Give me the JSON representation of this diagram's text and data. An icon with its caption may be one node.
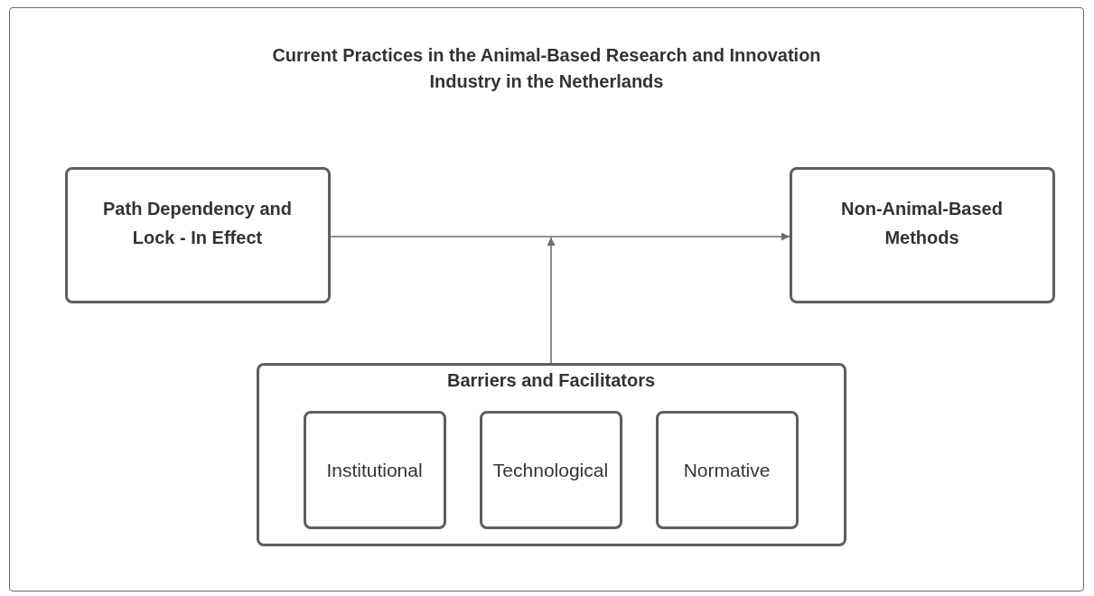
{
  "diagram": {
    "nodes": [
      {
        "text": [
          "Current Practices in the Animal-Based Research and Innovation Industry in the Netherlands"
        ]
      },
      {
        "text": [
          "Path Dependency and Lock - In Effect"
        ],
        "in": 0
      },
      {
        "text": [
          "Non-Animal-Based Methods"
        ],
        "in": 0
      },
      {
        "text": [
          "Barriers and Facilitators"
        ],
        "in": 0
      },
      {
        "text": [
          "Institutional"
        ],
        "in": 3
      },
      {
        "text": [
          "Technological"
        ],
        "in": 3
      },
      {
        "text": [
          "Normative"
        ],
        "in": 3
      }
    ],
    "edges": [
      {
        "from": 1,
        "to": 2,
        "arrow": "to"
      },
      {
        "from": 3,
        "to": null,
        "arrow": "to"
      }
    ]
  }
}
